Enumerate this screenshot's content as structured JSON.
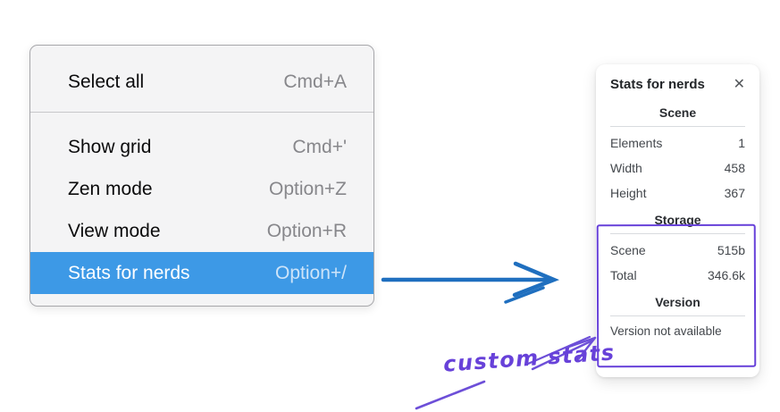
{
  "context_menu": {
    "items": [
      {
        "label": "Select all",
        "shortcut": "Cmd+A",
        "selected": false
      },
      {
        "label": "Show grid",
        "shortcut": "Cmd+'",
        "selected": false
      },
      {
        "label": "Zen mode",
        "shortcut": "Option+Z",
        "selected": false
      },
      {
        "label": "View mode",
        "shortcut": "Option+R",
        "selected": false
      },
      {
        "label": "Stats for nerds",
        "shortcut": "Option+/",
        "selected": true
      }
    ]
  },
  "stats_panel": {
    "title": "Stats for nerds",
    "close_icon": "✕",
    "sections": [
      {
        "heading": "Scene",
        "rows": [
          {
            "label": "Elements",
            "value": "1"
          },
          {
            "label": "Width",
            "value": "458"
          },
          {
            "label": "Height",
            "value": "367"
          }
        ]
      },
      {
        "heading": "Storage",
        "rows": [
          {
            "label": "Scene",
            "value": "515b"
          },
          {
            "label": "Total",
            "value": "346.6k"
          }
        ]
      },
      {
        "heading": "Version",
        "note": "Version not available"
      }
    ]
  },
  "annotation": {
    "label": "custom stats"
  },
  "colors": {
    "menu_highlight": "#3d99e6",
    "arrow_blue": "#1f6fbf",
    "annotation_purple": "#6741d9"
  }
}
